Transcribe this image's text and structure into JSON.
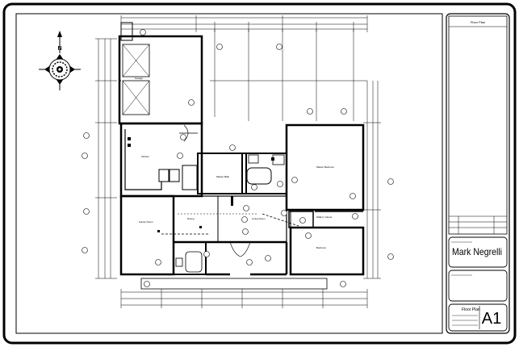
{
  "title_block": {
    "header": "Floor Plan",
    "designer_name": "Mark Negrelli",
    "sheet_title": "Floor Plan",
    "sheet_number": "A1"
  },
  "compass": {
    "north_label": "N"
  },
  "room_labels": [
    "Garage",
    "Kitchen",
    "Master Bath",
    "Master Bedroom",
    "Walk-in Closet",
    "Family Room",
    "Dining",
    "Living Room",
    "Bedroom"
  ],
  "colors": {
    "ink": "#000000",
    "paper": "#ffffff",
    "dim_lines": "#555555"
  }
}
